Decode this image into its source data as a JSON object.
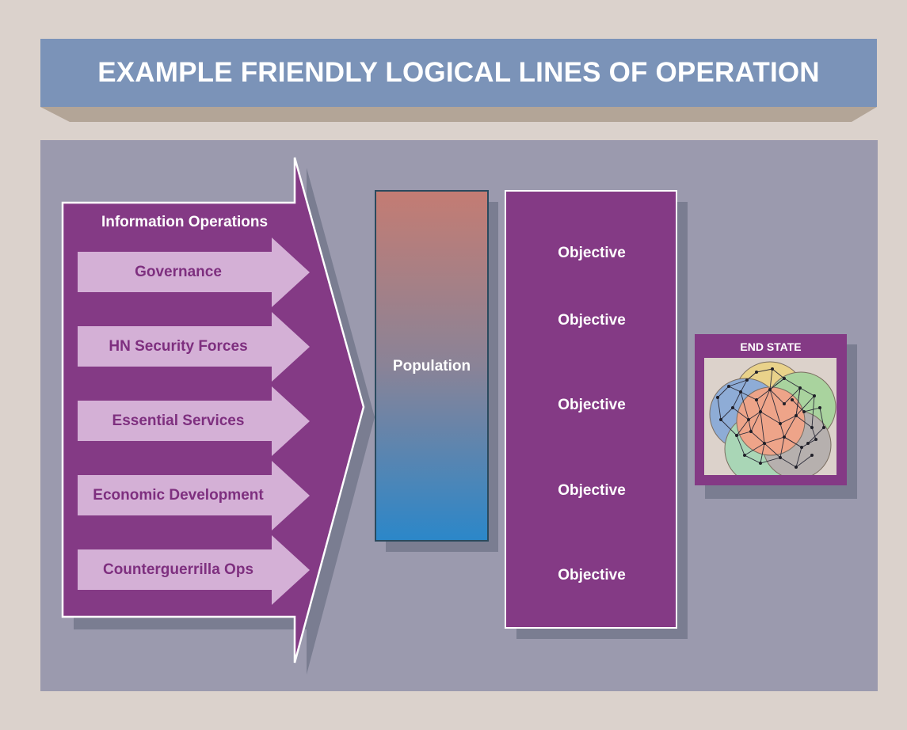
{
  "title": "EXAMPLE FRIENDLY LOGICAL LINES OF OPERATION",
  "big_arrow": {
    "label": "Information Operations",
    "lines": [
      "Governance",
      "HN Security Forces",
      "Essential Services",
      "Economic Development",
      "Counterguerrilla Ops"
    ]
  },
  "population": {
    "label": "Population"
  },
  "objectives": [
    "Objective",
    "Objective",
    "Objective",
    "Objective",
    "Objective"
  ],
  "end_state": {
    "label": "END STATE"
  },
  "colors": {
    "background": "#dbd2cc",
    "title_bar": "#7b93b8",
    "panel": "#9b9aae",
    "purple": "#843a85",
    "light_purple": "#d4b0d6",
    "population_top": "#c47c73",
    "population_bottom": "#2b87c9"
  }
}
